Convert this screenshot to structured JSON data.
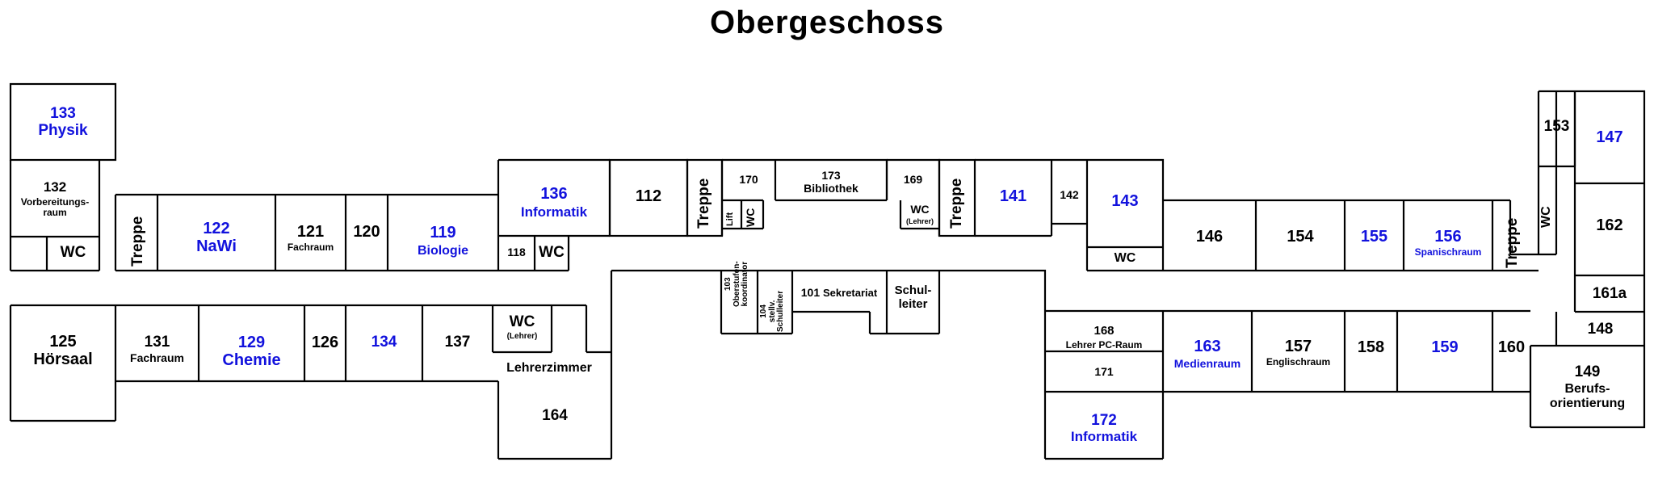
{
  "title": "Obergeschoss",
  "colors": {
    "teaching_room": "#1212dd",
    "other_room": "#000000",
    "walls": "#000000"
  },
  "rooms": {
    "r133": {
      "number": "133",
      "name": "Physik"
    },
    "r132": {
      "number": "132",
      "name": "Vorbereitungs-\nraum"
    },
    "r125": {
      "number": "125",
      "name": "Hörsaal"
    },
    "r131": {
      "number": "131",
      "name": "Fachraum"
    },
    "r129": {
      "number": "129",
      "name": "Chemie"
    },
    "r126": {
      "number": "126"
    },
    "r134": {
      "number": "134"
    },
    "r137": {
      "number": "137"
    },
    "r164": {
      "number": "164"
    },
    "lehrerzimmer": {
      "name": "Lehrerzimmer"
    },
    "r122": {
      "number": "122",
      "name": "NaWi"
    },
    "r121": {
      "number": "121",
      "name": "Fachraum"
    },
    "r120": {
      "number": "120"
    },
    "r119": {
      "number": "119",
      "name": "Biologie"
    },
    "r136": {
      "number": "136",
      "name": "Informatik"
    },
    "r118": {
      "number": "118"
    },
    "r112": {
      "number": "112"
    },
    "r170": {
      "number": "170"
    },
    "r173": {
      "number": "173",
      "name": "Bibliothek"
    },
    "r169": {
      "number": "169"
    },
    "r141": {
      "number": "141"
    },
    "r142": {
      "number": "142"
    },
    "r143": {
      "number": "143"
    },
    "r146": {
      "number": "146"
    },
    "r154": {
      "number": "154"
    },
    "r155": {
      "number": "155"
    },
    "r156": {
      "number": "156",
      "name": "Spanischraum"
    },
    "r153": {
      "number": "153"
    },
    "r147": {
      "number": "147"
    },
    "r162": {
      "number": "162"
    },
    "r161a": {
      "number": "161a"
    },
    "r148": {
      "number": "148"
    },
    "r149": {
      "number": "149",
      "name": "Berufs-\norientierung"
    },
    "r103": {
      "number": "103",
      "name": "Oberstufen-\nkoordinator"
    },
    "r104": {
      "number": "104",
      "name": "stellv.\nSchulleiter"
    },
    "r101": {
      "number": "101",
      "name": "Sekretariat"
    },
    "schulleiter": {
      "name": "Schul-\nleiter"
    },
    "r168": {
      "number": "168",
      "name": "Lehrer PC-Raum"
    },
    "r171": {
      "number": "171"
    },
    "r172": {
      "number": "172",
      "name": "Informatik"
    },
    "r163": {
      "number": "163",
      "name": "Medienraum"
    },
    "r157": {
      "number": "157",
      "name": "Englischraum"
    },
    "r158": {
      "number": "158"
    },
    "r159": {
      "number": "159"
    },
    "r160": {
      "number": "160"
    }
  },
  "facilities": {
    "wc": "WC",
    "lehrer": "(Lehrer)",
    "treppe": "Treppe",
    "lift": "Lift"
  }
}
